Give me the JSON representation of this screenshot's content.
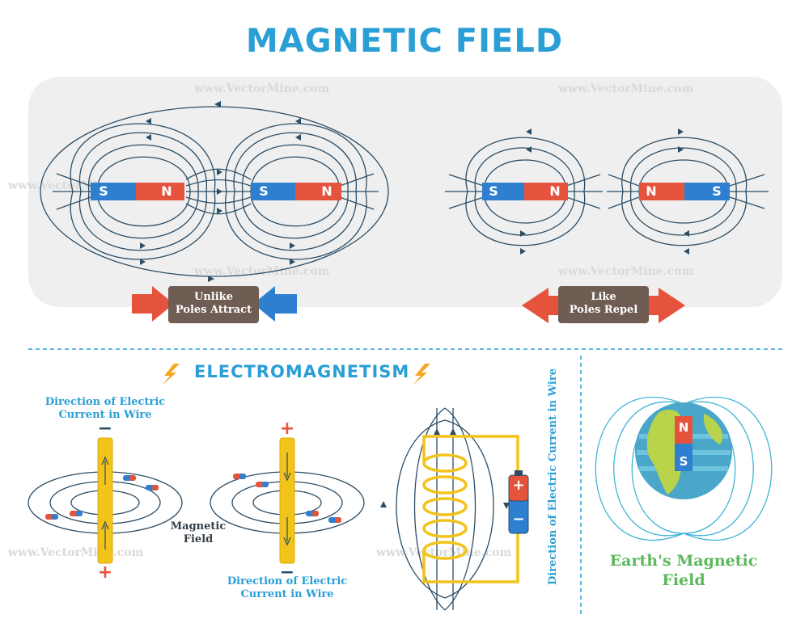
{
  "title": "MAGNETIC FIELD",
  "watermark": "www.VectorMine.com",
  "attract": {
    "magnet1": {
      "left": "S",
      "right": "N"
    },
    "magnet2": {
      "left": "S",
      "right": "N"
    },
    "label_line1": "Unlike",
    "label_line2": "Poles Attract"
  },
  "repel": {
    "magnet1": {
      "left": "S",
      "right": "N"
    },
    "magnet2": {
      "left": "N",
      "right": "S"
    },
    "label_line1": "Like",
    "label_line2": "Poles Repel"
  },
  "electromagnetism": {
    "title": "ELECTROMAGNETISM",
    "wire1_label_line1": "Direction of Electric",
    "wire1_label_line2": "Current in Wire",
    "wire1_top_sign": "−",
    "wire1_bottom_sign": "+",
    "magnetic_field_line1": "Magnetic",
    "magnetic_field_line2": "Field",
    "wire2_top_sign": "+",
    "wire2_bottom_sign": "−",
    "wire2_label_line1": "Direction of Electric",
    "wire2_label_line2": "Current in Wire",
    "coil_label": "Direction of Electric Current in Wire",
    "battery_plus": "+",
    "battery_minus": "−"
  },
  "earth": {
    "label_line1": "Earth's Magnetic",
    "label_line2": "Field",
    "magnet_n": "N",
    "magnet_s": "S"
  },
  "colors": {
    "accent": "#2a9fd6",
    "north": "#e5533c",
    "south": "#2f7fd1",
    "label_box": "#6f5c52",
    "field_line": "#2b4d66",
    "wire": "#f2c318",
    "earth_label": "#5cb85c"
  }
}
